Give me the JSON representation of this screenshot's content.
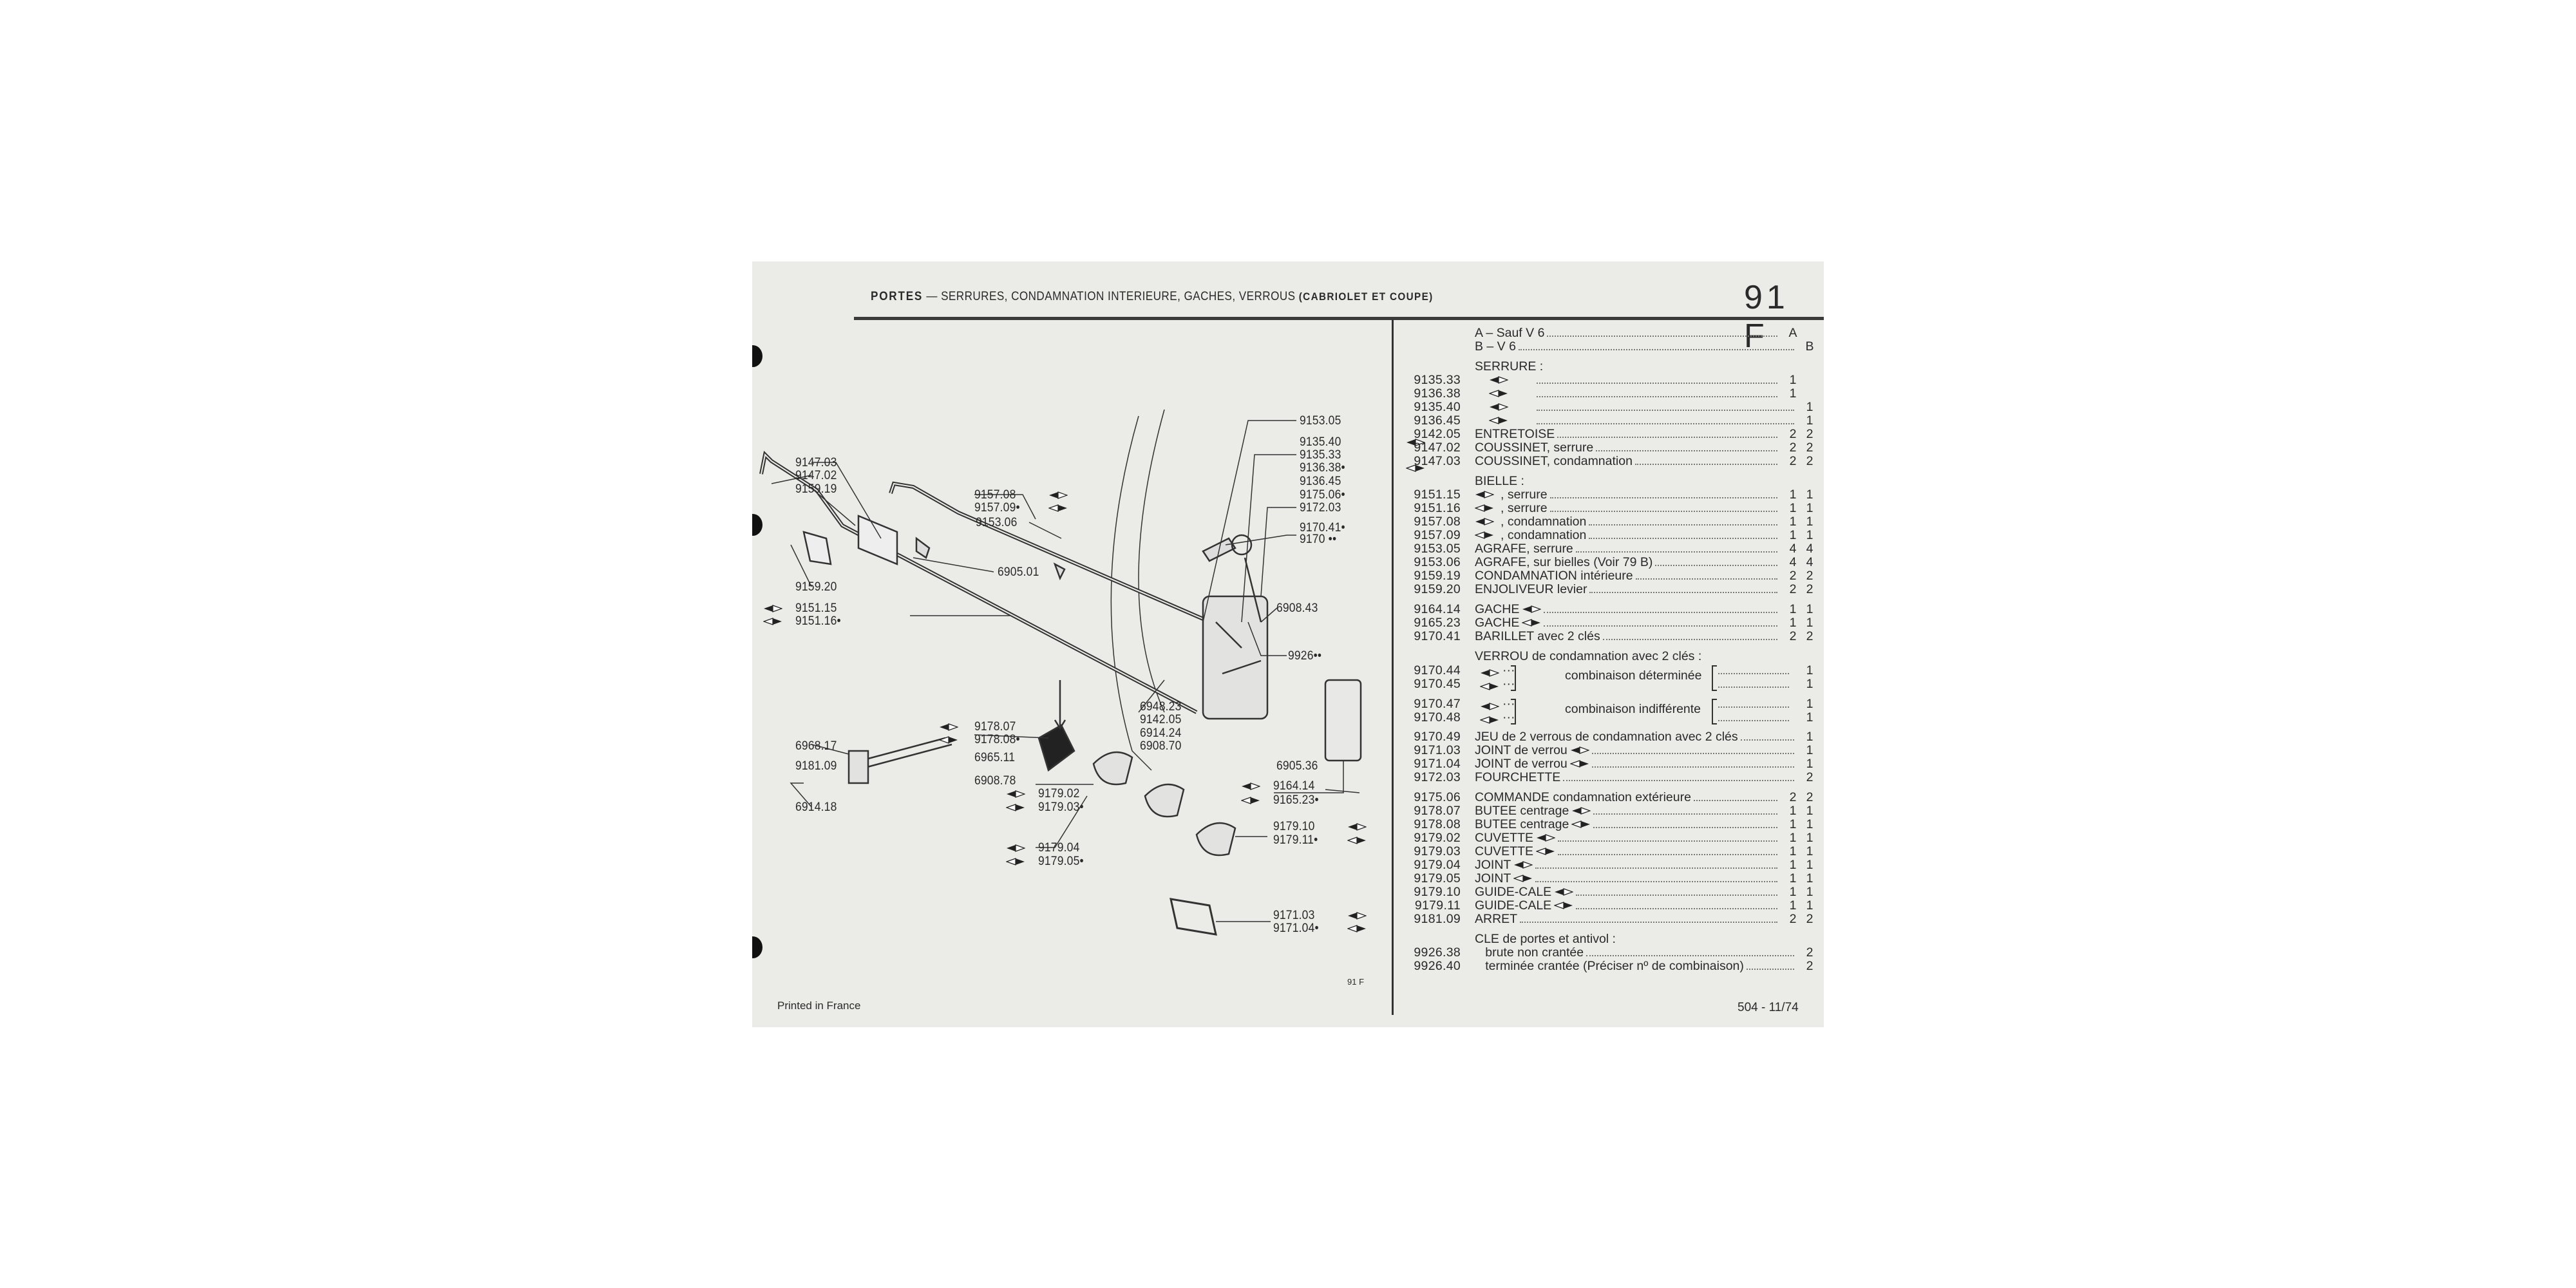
{
  "header": {
    "title_bold": "PORTES",
    "title_main": " — SERRURES, CONDAMNATION INTERIEURE, GACHES, VERROUS ",
    "title_suffix": "(CABRIOLET ET COUPE)",
    "page_code": "91 F"
  },
  "diagram": {
    "callouts": [
      {
        "text": "9147.03"
      },
      {
        "text": "9147.02"
      },
      {
        "text": "9159.19"
      },
      {
        "text": "9159.20"
      },
      {
        "text": "9151.15",
        "arrow": "L"
      },
      {
        "text": "9151.16•",
        "arrow": "R"
      },
      {
        "text": "9157.08",
        "arrow": "L"
      },
      {
        "text": "9157.09•",
        "arrow": "R"
      },
      {
        "text": "9153.06"
      },
      {
        "text": "6905.01"
      },
      {
        "text": "9153.05"
      },
      {
        "text": "9135.40",
        "arrow": "L"
      },
      {
        "text": "9135.33"
      },
      {
        "text": "9136.38•",
        "arrow": "R"
      },
      {
        "text": "9136.45"
      },
      {
        "text": "9175.06•"
      },
      {
        "text": "9172.03"
      },
      {
        "text": "9170.41•"
      },
      {
        "text": "9170 ••"
      },
      {
        "text": "6908.43"
      },
      {
        "text": "9926••"
      },
      {
        "text": "6948.23"
      },
      {
        "text": "9142.05"
      },
      {
        "text": "6914.24"
      },
      {
        "text": "6908.70"
      },
      {
        "text": "9178.07",
        "arrow": "L"
      },
      {
        "text": "9178.08•",
        "arrow": "R"
      },
      {
        "text": "6968.17"
      },
      {
        "text": "6965.11"
      },
      {
        "text": "9181.09"
      },
      {
        "text": "6908.78"
      },
      {
        "text": "9179.02",
        "arrow": "L"
      },
      {
        "text": "9179.03•",
        "arrow": "R"
      },
      {
        "text": "6914.18"
      },
      {
        "text": "6905.36"
      },
      {
        "text": "9164.14",
        "arrow": "L"
      },
      {
        "text": "9165.23•",
        "arrow": "R"
      },
      {
        "text": "9179.10",
        "arrow": "L"
      },
      {
        "text": "9179.11•",
        "arrow": "R"
      },
      {
        "text": "9179.04",
        "arrow": "L"
      },
      {
        "text": "9179.05•",
        "arrow": "R"
      },
      {
        "text": "9171.03",
        "arrow": "L"
      },
      {
        "text": "9171.04•",
        "arrow": "R"
      }
    ],
    "plate_code": "91 F"
  },
  "parts": {
    "rows": [
      {
        "type": "item",
        "desc": "A – Sauf V 6",
        "qa": "A"
      },
      {
        "type": "item",
        "desc": "B – V 6",
        "qb": "B"
      },
      {
        "type": "heading",
        "desc": "SERRURE :",
        "gap": true
      },
      {
        "type": "item",
        "ref": "9135.33",
        "arrow": "L",
        "qa": "1"
      },
      {
        "type": "item",
        "ref": "9136.38",
        "arrow": "R",
        "qa": "1"
      },
      {
        "type": "item",
        "ref": "9135.40",
        "arrow": "L",
        "qb": "1"
      },
      {
        "type": "item",
        "ref": "9136.45",
        "arrow": "R",
        "qb": "1"
      },
      {
        "type": "item",
        "ref": "9142.05",
        "desc": "ENTRETOISE",
        "qa": "2",
        "qb": "2"
      },
      {
        "type": "item",
        "ref": "9147.02",
        "desc": "COUSSINET, serrure",
        "qa": "2",
        "qb": "2"
      },
      {
        "type": "item",
        "ref": "9147.03",
        "desc": "COUSSINET, condamnation",
        "qa": "2",
        "qb": "2"
      },
      {
        "type": "heading",
        "desc": "BIELLE :",
        "gap": true
      },
      {
        "type": "item",
        "ref": "9151.15",
        "arrow": "L",
        "desc": ", serrure",
        "qa": "1",
        "qb": "1"
      },
      {
        "type": "item",
        "ref": "9151.16",
        "arrow": "R",
        "desc": ", serrure",
        "qa": "1",
        "qb": "1"
      },
      {
        "type": "item",
        "ref": "9157.08",
        "arrow": "L",
        "desc": ", condamnation",
        "qa": "1",
        "qb": "1"
      },
      {
        "type": "item",
        "ref": "9157.09",
        "arrow": "R",
        "desc": ", condamnation",
        "qa": "1",
        "qb": "1"
      },
      {
        "type": "item",
        "ref": "9153.05",
        "desc": "AGRAFE, serrure",
        "qa": "4",
        "qb": "4"
      },
      {
        "type": "item",
        "ref": "9153.06",
        "desc": "AGRAFE, sur bielles (Voir 79 B)",
        "qa": "4",
        "qb": "4"
      },
      {
        "type": "item",
        "ref": "9159.19",
        "desc": "CONDAMNATION intérieure",
        "qa": "2",
        "qb": "2"
      },
      {
        "type": "item",
        "ref": "9159.20",
        "desc": "ENJOLIVEUR levier",
        "qa": "2",
        "qb": "2"
      },
      {
        "type": "item",
        "ref": "9164.14",
        "desc": "GACHE",
        "arrow_after": "L",
        "qa": "1",
        "qb": "1",
        "gap": true
      },
      {
        "type": "item",
        "ref": "9165.23",
        "desc": "GACHE",
        "arrow_after": "R",
        "qa": "1",
        "qb": "1"
      },
      {
        "type": "item",
        "ref": "9170.41",
        "desc": "BARILLET avec 2 clés",
        "qa": "2",
        "qb": "2"
      },
      {
        "type": "heading",
        "desc": "VERROU de condamnation avec 2 clés :",
        "gap": true
      },
      {
        "type": "combo",
        "label": "combinaison déterminée",
        "items": [
          {
            "ref": "9170.44",
            "arrow": "L",
            "qb": "1"
          },
          {
            "ref": "9170.45",
            "arrow": "R",
            "qb": "1"
          }
        ]
      },
      {
        "type": "combo",
        "label": "combinaison indifférente",
        "gap": true,
        "items": [
          {
            "ref": "9170.47",
            "arrow": "L",
            "qb": "1"
          },
          {
            "ref": "9170.48",
            "arrow": "R",
            "qb": "1"
          }
        ]
      },
      {
        "type": "item",
        "ref": "9170.49",
        "desc": "JEU de 2 verrous de condamnation avec 2 clés",
        "qb": "1",
        "gap": true
      },
      {
        "type": "item",
        "ref": "9171.03",
        "desc": "JOINT de verrou",
        "arrow_after": "L",
        "qb": "1"
      },
      {
        "type": "item",
        "ref": "9171.04",
        "desc": "JOINT de verrou",
        "arrow_after": "R",
        "qb": "1"
      },
      {
        "type": "item",
        "ref": "9172.03",
        "desc": "FOURCHETTE",
        "qb": "2"
      },
      {
        "type": "item",
        "ref": "9175.06",
        "desc": "COMMANDE condamnation extérieure",
        "qa": "2",
        "qb": "2",
        "gap": true
      },
      {
        "type": "item",
        "ref": "9178.07",
        "desc": "BUTEE centrage",
        "arrow_after": "L",
        "qa": "1",
        "qb": "1"
      },
      {
        "type": "item",
        "ref": "9178.08",
        "desc": "BUTEE centrage",
        "arrow_after": "R",
        "qa": "1",
        "qb": "1"
      },
      {
        "type": "item",
        "ref": "9179.02",
        "desc": "CUVETTE",
        "arrow_after": "L",
        "qa": "1",
        "qb": "1"
      },
      {
        "type": "item",
        "ref": "9179.03",
        "desc": "CUVETTE",
        "arrow_after": "R",
        "qa": "1",
        "qb": "1"
      },
      {
        "type": "item",
        "ref": "9179.04",
        "desc": "JOINT",
        "arrow_after": "L",
        "qa": "1",
        "qb": "1"
      },
      {
        "type": "item",
        "ref": "9179.05",
        "desc": "JOINT",
        "arrow_after": "R",
        "qa": "1",
        "qb": "1"
      },
      {
        "type": "item",
        "ref": "9179.10",
        "desc": "GUIDE-CALE",
        "arrow_after": "L",
        "qa": "1",
        "qb": "1"
      },
      {
        "type": "item",
        "ref": "9179.11",
        "desc": "GUIDE-CALE",
        "arrow_after": "R",
        "qa": "1",
        "qb": "1"
      },
      {
        "type": "item",
        "ref": "9181.09",
        "desc": "ARRET",
        "qa": "2",
        "qb": "2"
      },
      {
        "type": "heading",
        "desc": "CLE de portes et antivol :",
        "gap": true
      },
      {
        "type": "item",
        "ref": "9926.38",
        "desc": "   brute non crantée",
        "qb": "2"
      },
      {
        "type": "item",
        "ref": "9926.40",
        "desc": "   terminée crantée (Préciser nº de combinaison)",
        "qb": "2"
      }
    ]
  },
  "footer": {
    "printed": "Printed in France",
    "edition": "504 - 11/74"
  }
}
